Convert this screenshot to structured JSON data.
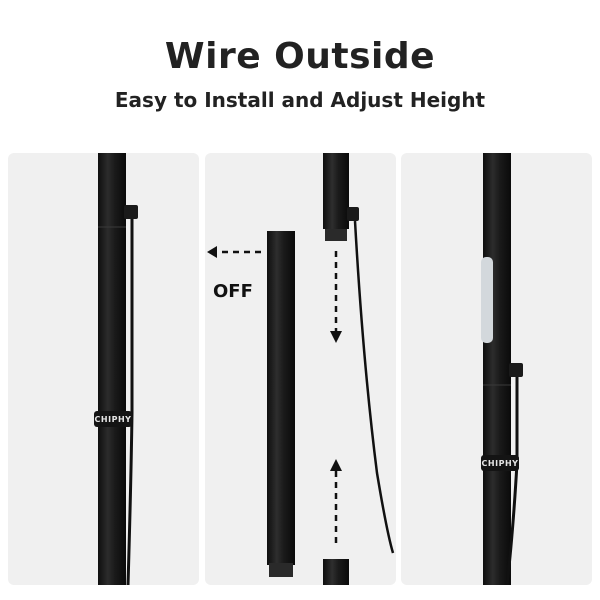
{
  "header": {
    "title": "Wire Outside",
    "subtitle": "Easy to Install and Adjust Height"
  },
  "panels": {
    "left": {
      "strap_label": "CHIPHY"
    },
    "middle": {
      "off_label": "OFF"
    },
    "right": {
      "strap_label": "CHIPHY"
    }
  },
  "colors": {
    "background": "#ffffff",
    "panel": "#f0f0f0",
    "pole": "#1c1c1c",
    "text": "#222222"
  },
  "icons": [
    "arrow-left-icon",
    "arrow-down-icon",
    "arrow-up-icon"
  ]
}
